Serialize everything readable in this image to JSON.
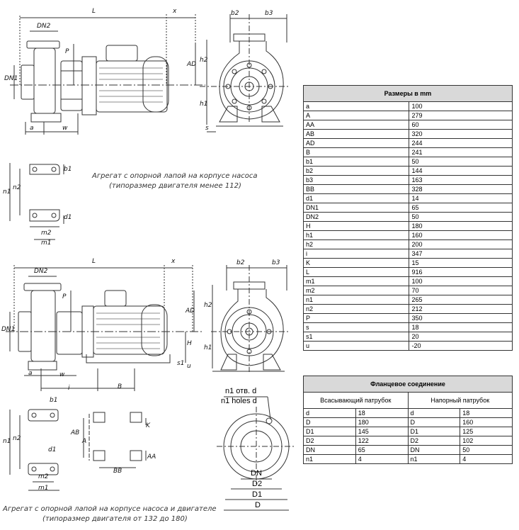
{
  "dimensions_table": {
    "title": "Размеры в mm",
    "rows": [
      [
        "a",
        "100"
      ],
      [
        "A",
        "279"
      ],
      [
        "AA",
        "60"
      ],
      [
        "AB",
        "320"
      ],
      [
        "AD",
        "244"
      ],
      [
        "B",
        "241"
      ],
      [
        "b1",
        "50"
      ],
      [
        "b2",
        "144"
      ],
      [
        "b3",
        "163"
      ],
      [
        "BB",
        "328"
      ],
      [
        "d1",
        "14"
      ],
      [
        "DN1",
        "65"
      ],
      [
        "DN2",
        "50"
      ],
      [
        "H",
        "180"
      ],
      [
        "h1",
        "160"
      ],
      [
        "h2",
        "200"
      ],
      [
        "i",
        "347"
      ],
      [
        "K",
        "15"
      ],
      [
        "L",
        "916"
      ],
      [
        "m1",
        "100"
      ],
      [
        "m2",
        "70"
      ],
      [
        "n1",
        "265"
      ],
      [
        "n2",
        "212"
      ],
      [
        "P",
        "350"
      ],
      [
        "s",
        "18"
      ],
      [
        "s1",
        "20"
      ],
      [
        "u",
        "-20"
      ]
    ]
  },
  "flange_table": {
    "title": "Фланцевое соединение",
    "suction_header": "Всасывающий патрубок",
    "discharge_header": "Напорный патрубок",
    "rows": [
      [
        "d",
        "18",
        "d",
        "18"
      ],
      [
        "D",
        "180",
        "D",
        "160"
      ],
      [
        "D1",
        "145",
        "D1",
        "125"
      ],
      [
        "D2",
        "122",
        "D2",
        "102"
      ],
      [
        "DN",
        "65",
        "DN",
        "50"
      ],
      [
        "n1",
        "4",
        "n1",
        "4"
      ]
    ]
  },
  "captions": {
    "top_line1": "Агрегат с опорной лапой на корпусе насоса",
    "top_line2": "(типоразмер двигателя менее 112)",
    "bottom_line1": "Агрегат с опорной лапой на корпусе насоса и двигателе",
    "bottom_line2": "(типоразмер двигателя от 132 до 180)"
  },
  "flange_holes": {
    "line1": "n1 отв. d",
    "line2": "n1 holes d"
  },
  "flange_labels": {
    "dn": "DN",
    "d2": "D2",
    "d1": "D1",
    "d": "D"
  },
  "dim_labels": {
    "dn2": "DN2",
    "dn1": "DN1",
    "l": "L",
    "x": "x",
    "b2": "b2",
    "b3": "b3",
    "ad": "AD",
    "h2": "h2",
    "h1": "h1",
    "p": "P",
    "s": "s",
    "a": "a",
    "w": "w",
    "b1": "b1",
    "n1": "n1",
    "n2": "n2",
    "m1": "m1",
    "m2": "m2",
    "d1": "d1",
    "h": "H",
    "s1": "s1",
    "u": "u",
    "i": "i",
    "b": "B",
    "ab": "AB",
    "aa": "AA",
    "k": "K",
    "bb": "BB",
    "a_cap": "A"
  }
}
